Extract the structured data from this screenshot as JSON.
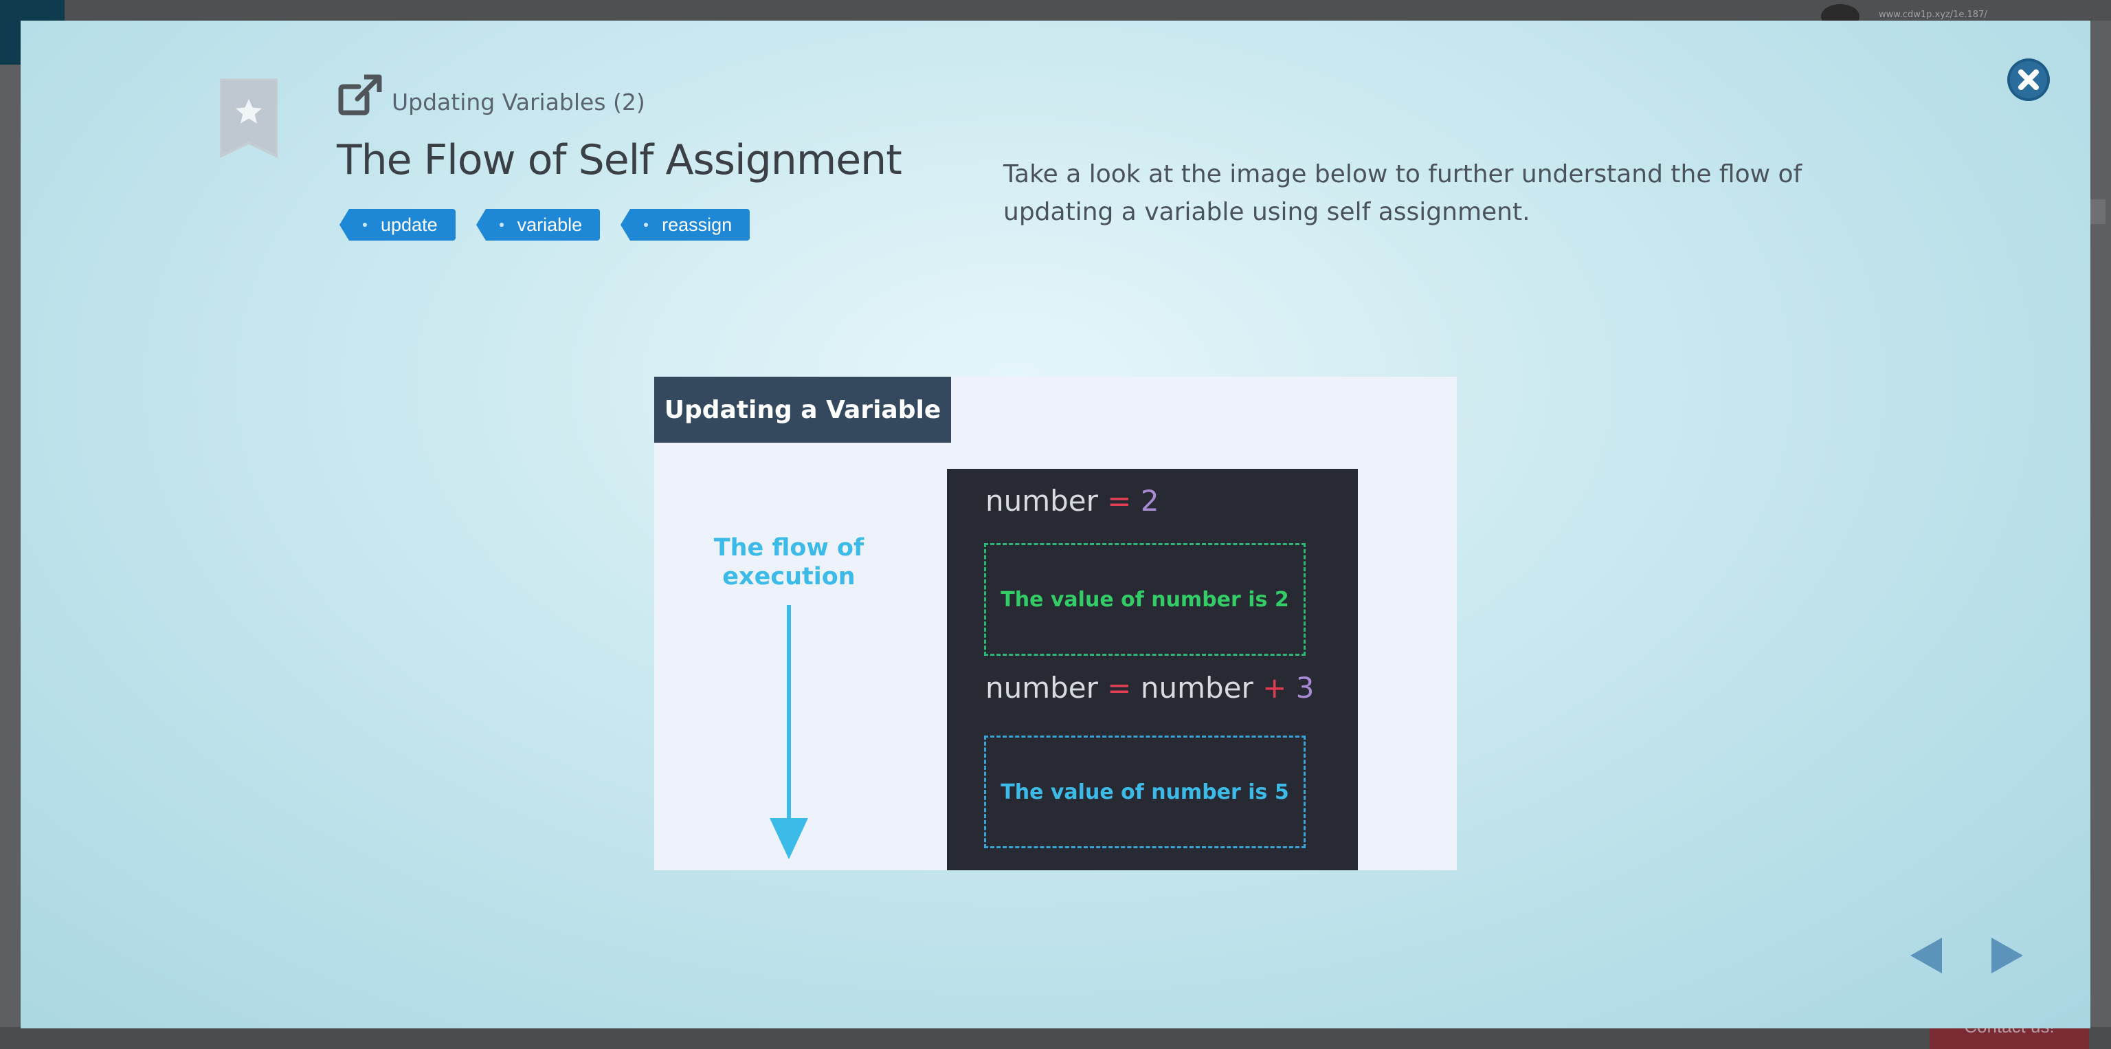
{
  "background": {
    "url_text": "www.cdw1p.xyz/1e.187/",
    "contact_label": "Contact us!"
  },
  "card": {
    "subtitle": "Updating Variables (2)",
    "title": "The Flow of Self Assignment",
    "tags": [
      "update",
      "variable",
      "reassign"
    ],
    "description": "Take a look at the image below to further understand the flow of updating a variable using self assignment."
  },
  "figure": {
    "header": "Updating a Variable",
    "flow_label_line1": "The flow of",
    "flow_label_line2": "execution",
    "line1": {
      "var": "number",
      "op": "=",
      "val": "2"
    },
    "box1": "The value of number is 2",
    "line2": {
      "var": "number",
      "op": "=",
      "rhs_var": "number",
      "plus": "+",
      "val": "3"
    },
    "box2": "The value of number is 5"
  },
  "colors": {
    "tag_blue": "#1f88d6",
    "close_blue": "#1d5a86",
    "nav_blue": "#5b93bb",
    "figure_header": "#34495e",
    "code_bg": "#272a33",
    "green_text": "#33cc66",
    "cyan_text": "#3dbbe8"
  },
  "icons": {
    "bookmark": "bookmark-star-icon",
    "external": "external-link-icon",
    "close": "close-icon",
    "prev": "prev-arrow-icon",
    "next": "next-arrow-icon"
  }
}
